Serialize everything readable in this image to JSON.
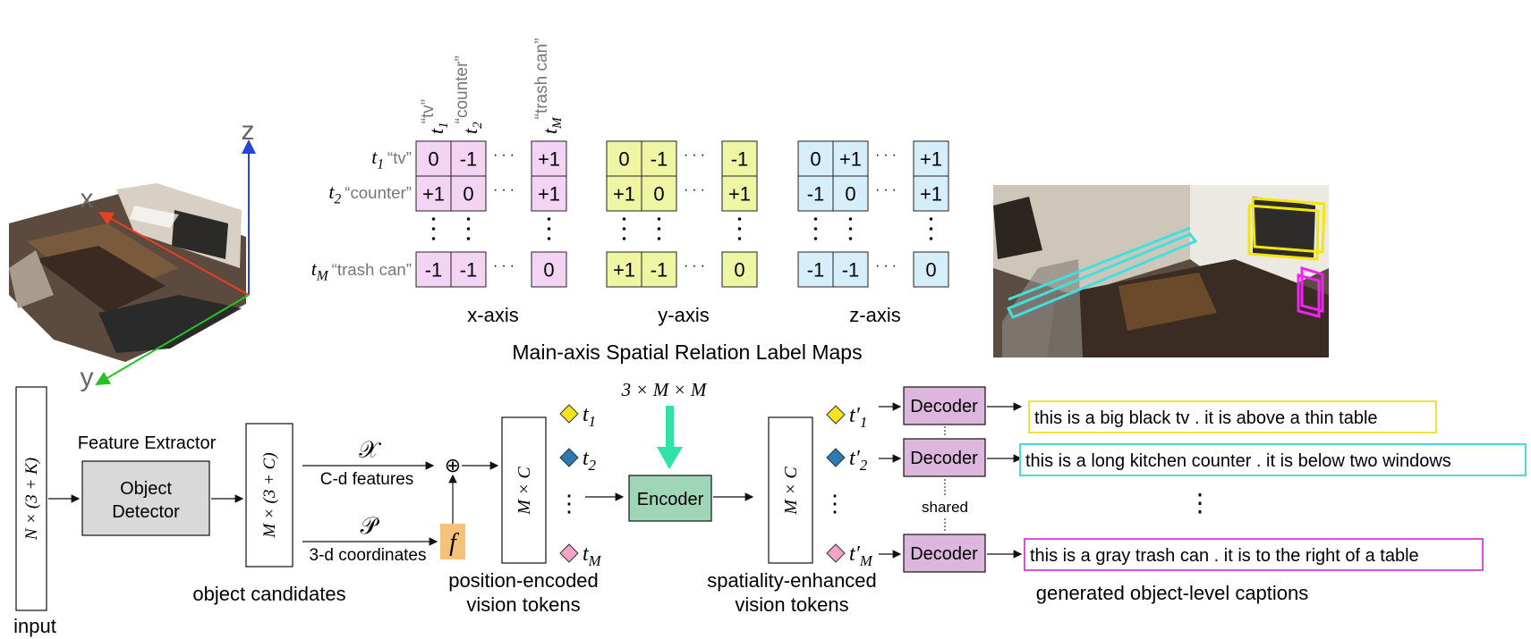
{
  "axes3d": {
    "z": "z",
    "x": "x",
    "y": "y"
  },
  "matrix_section": {
    "column_headers": [
      {
        "t": "t",
        "sub": "1",
        "text": "“tv”"
      },
      {
        "t": "t",
        "sub": "2",
        "text": "“counter”"
      },
      {
        "t": "t",
        "sub": "M",
        "text": "“trash can”"
      }
    ],
    "row_labels": [
      {
        "t": "t",
        "sub": "1",
        "text": "“tv”"
      },
      {
        "t": "t",
        "sub": "2",
        "text": "“counter”"
      },
      {
        "t": "t",
        "sub": "M",
        "text": "“trash can”"
      }
    ],
    "matrices": [
      {
        "name": "x-axis",
        "color": "#f4d4f4",
        "rows": [
          [
            "0",
            "-1",
            "+1"
          ],
          [
            "+1",
            "0",
            "+1"
          ],
          [
            "-1",
            "-1",
            "0"
          ]
        ]
      },
      {
        "name": "y-axis",
        "color": "#eef5a3",
        "rows": [
          [
            "0",
            "-1",
            "-1"
          ],
          [
            "+1",
            "0",
            "+1"
          ],
          [
            "+1",
            "-1",
            "0"
          ]
        ]
      },
      {
        "name": "z-axis",
        "color": "#d5eefa",
        "rows": [
          [
            "0",
            "+1",
            "+1"
          ],
          [
            "-1",
            "0",
            "+1"
          ],
          [
            "-1",
            "-1",
            "0"
          ]
        ]
      }
    ],
    "title": "Main-axis Spatial Relation Label Maps"
  },
  "pipeline": {
    "input_box": "N × (3 + K)",
    "input_label": "input",
    "feature_extractor_label": "Feature Extractor",
    "detector_line1": "Object",
    "detector_line2": "Detector",
    "candidates_box": "M × (3 + C)",
    "candidates_label": "object candidates",
    "feature_symbol": "𝒳",
    "feature_text": "C-d features",
    "coord_symbol": "𝒫",
    "coord_text": "3-d coordinates",
    "f_label": "f",
    "plus": "⊕",
    "tokens_box": "M × C",
    "tokens_label_1": "position-encoded",
    "tokens_label_2": "vision tokens",
    "tokens": [
      {
        "t": "t",
        "sub": "1",
        "color": "#f5e31b"
      },
      {
        "t": "t",
        "sub": "2",
        "color": "#2a7ab3"
      },
      {
        "t": "t",
        "sub": "M",
        "color": "#f2a3c7"
      }
    ],
    "attn_text": "3 × M × M",
    "encoder": "Encoder",
    "enc_tokens_box": "M × C",
    "enc_label_1": "spatiality-enhanced",
    "enc_label_2": "vision tokens",
    "enc_tokens": [
      {
        "t": "t′",
        "sub": "1",
        "color": "#f5e31b"
      },
      {
        "t": "t′",
        "sub": "2",
        "color": "#2a7ab3"
      },
      {
        "t": "t′",
        "sub": "M",
        "color": "#f2a3c7"
      }
    ],
    "decoder": "Decoder",
    "shared": "shared",
    "captions": [
      {
        "text": "this is a big black tv . it is above a thin table",
        "color": "#f2e23a"
      },
      {
        "text": "this is a long kitchen counter . it is below two windows",
        "color": "#4fd8d8"
      },
      {
        "text": "this is a gray trash can . it is to the right of a table",
        "color": "#d455d4"
      }
    ],
    "captions_label": "generated object-level captions",
    "dots": "⋮"
  },
  "colors": {
    "encoder": "#9fd6b8",
    "decoder": "#dcb6dc",
    "detector": "#d9d9d9",
    "f_box": "#f5c27a",
    "attn_arrow": "#2fe3a6",
    "axis_x": "#e84020",
    "axis_y": "#22c322",
    "axis_z": "#2346d8"
  }
}
